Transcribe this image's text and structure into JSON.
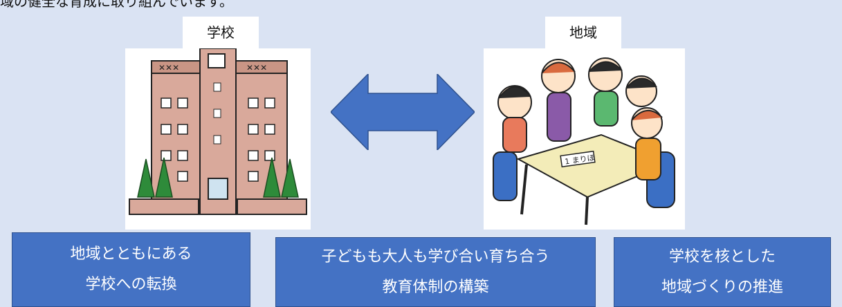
{
  "header": {
    "text": "域の健全な育成に取り組んでいます。"
  },
  "school": {
    "label": "学校"
  },
  "community": {
    "label": "地域"
  },
  "boxes": [
    {
      "line1": "地域とともにある",
      "line2": "学校への転換"
    },
    {
      "line1": "子どもも大人も学び合い育ち合う",
      "line2": "教育体制の構築"
    },
    {
      "line1": "学校を核とした",
      "line2": "地域づくりの推進"
    }
  ],
  "table_sign": "1 まりほ",
  "colors": {
    "background": "#dae3f3",
    "box": "#4472c4",
    "arrow": "#4472c4"
  }
}
